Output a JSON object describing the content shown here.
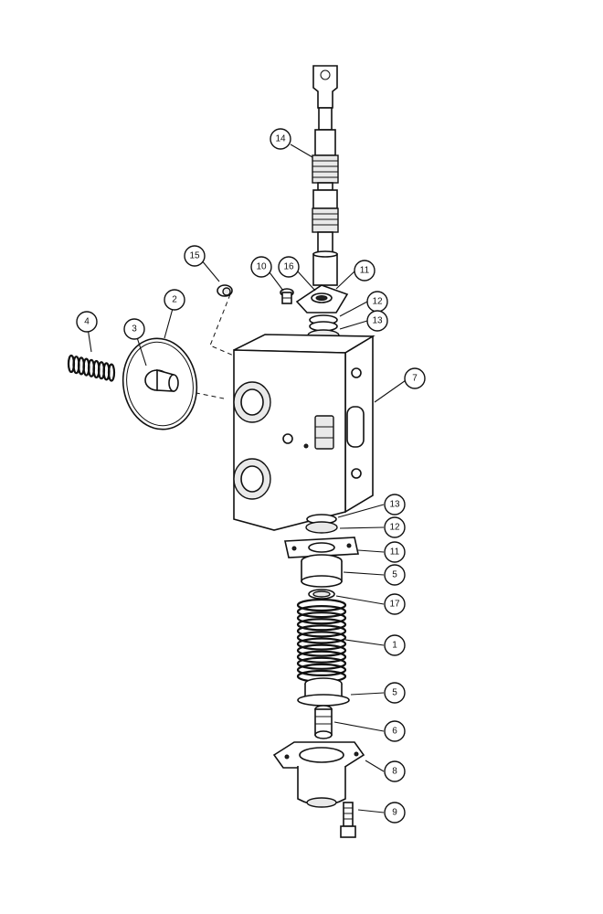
{
  "callouts": [
    {
      "id": "c1",
      "label": "1"
    },
    {
      "id": "c2",
      "label": "2"
    },
    {
      "id": "c3",
      "label": "3"
    },
    {
      "id": "c4",
      "label": "4"
    },
    {
      "id": "c5a",
      "label": "5"
    },
    {
      "id": "c5b",
      "label": "5"
    },
    {
      "id": "c6",
      "label": "6"
    },
    {
      "id": "c7",
      "label": "7"
    },
    {
      "id": "c8",
      "label": "8"
    },
    {
      "id": "c9",
      "label": "9"
    },
    {
      "id": "c10",
      "label": "10"
    },
    {
      "id": "c11a",
      "label": "11"
    },
    {
      "id": "c11b",
      "label": "11"
    },
    {
      "id": "c12a",
      "label": "12"
    },
    {
      "id": "c12b",
      "label": "12"
    },
    {
      "id": "c13a",
      "label": "13"
    },
    {
      "id": "c13b",
      "label": "13"
    },
    {
      "id": "c14",
      "label": "14"
    },
    {
      "id": "c15",
      "label": "15"
    },
    {
      "id": "c16",
      "label": "16"
    },
    {
      "id": "c17",
      "label": "17"
    }
  ]
}
